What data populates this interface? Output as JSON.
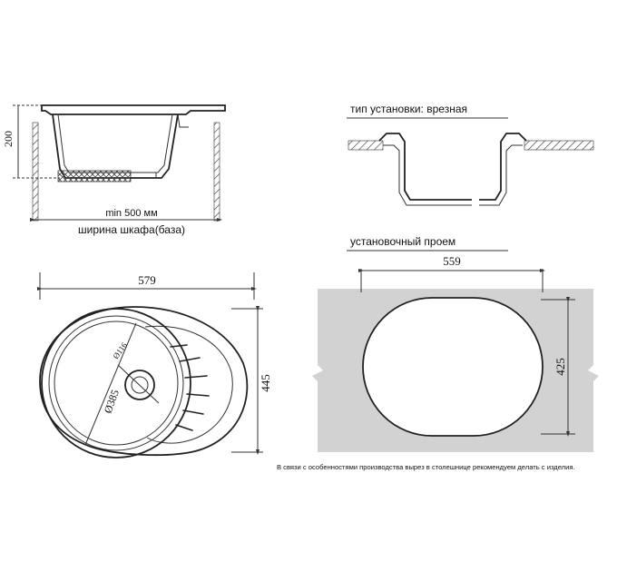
{
  "side_view": {
    "height_dim": "200",
    "min_width": "min 500 мм",
    "cabinet_label": "ширина шкафа(база)"
  },
  "mount": {
    "type_label": "тип установки: врезная"
  },
  "top_view": {
    "width_dim": "579",
    "height_dim": "445",
    "bowl_dim": "Ø385",
    "drain_dim": "Ø116"
  },
  "cutout": {
    "title": "установочный проем",
    "width_dim": "559",
    "height_dim": "425",
    "note": "В связи с особенностями производства вырез в столешнице рекомендуем делать с изделия."
  },
  "colors": {
    "panel": "#d2d2d2",
    "line": "#222222",
    "white": "#ffffff"
  }
}
